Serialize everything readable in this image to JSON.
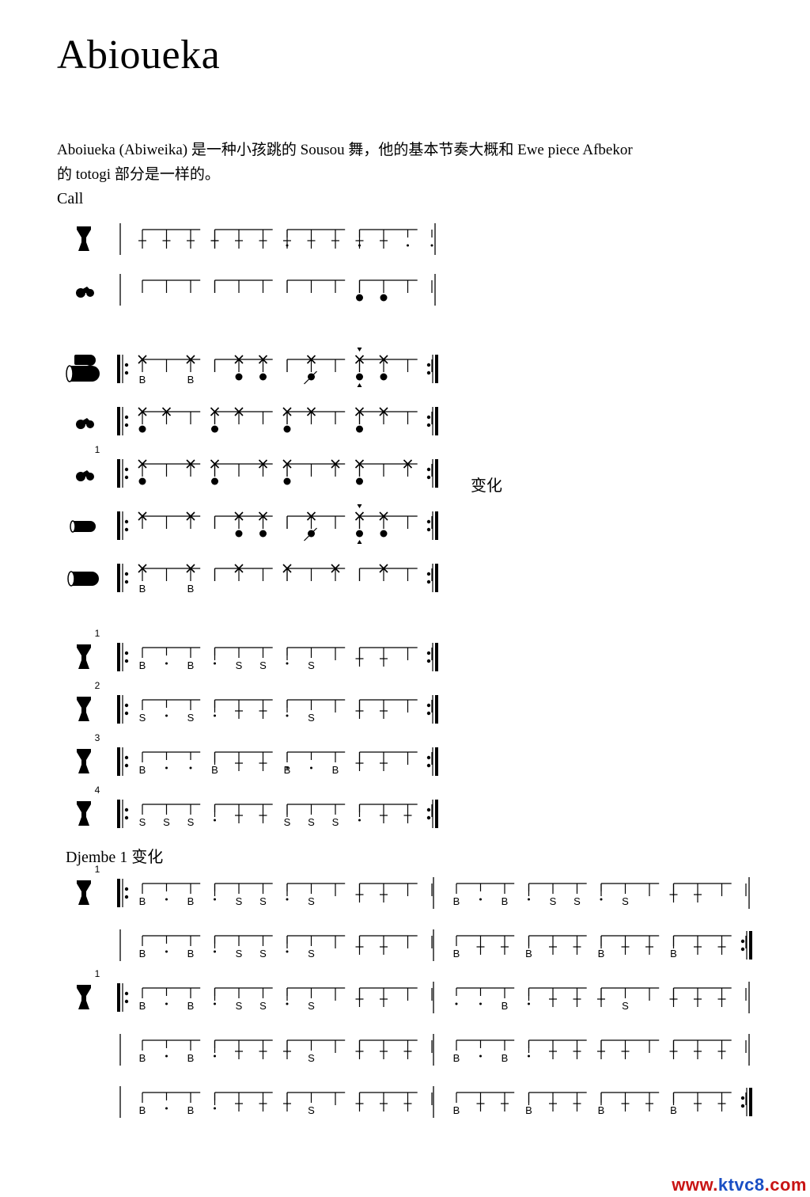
{
  "title": "Abioueka",
  "intro": {
    "line1": "Aboiueka (Abiweika)  是一种小孩跳的 Sousou  舞，他的基本节奏大概和 Ewe piece Afbekor",
    "line2": "的 totogi 部分是一样的。"
  },
  "labels": {
    "call": "Call",
    "variation": "变化",
    "djembe1_variation": "Djembe 1  变化"
  },
  "watermark": {
    "prefix": "www.",
    "brand": "ktvc8",
    "suffix": ".com"
  },
  "icons": {
    "djembe": "djembe-icon",
    "bell": "bell-icon",
    "dundun_small": "kenkeni-icon",
    "dundun_medium": "sangban-icon",
    "dundun_large": "dununba-icon",
    "dundun_stack": "dundun-set-icon"
  },
  "staves": [
    {
      "id": "call-djembe",
      "instrument": "djembe",
      "start": "bar",
      "end": "bar",
      "measures": [
        [
          "T",
          "T",
          "T",
          "T"
        ],
        [
          "T",
          "T",
          "T",
          "."
        ],
        [
          "T",
          "T",
          "T",
          "."
        ],
        [
          "T",
          "T",
          ".",
          "."
        ]
      ]
    },
    {
      "id": "call-bell",
      "instrument": "bell",
      "start": "bar",
      "end": "bar",
      "measures": [
        [
          "",
          "",
          "",
          ""
        ],
        [
          "",
          "",
          "",
          ""
        ],
        [
          "",
          "",
          "",
          ""
        ],
        [
          "open",
          "open",
          "",
          ""
        ]
      ]
    },
    {
      "id": "dundun-set",
      "instrument": "dundun_stack",
      "start": "repeat",
      "end": "repeat",
      "measures": [
        [
          "xB",
          "",
          "xB",
          ""
        ],
        [
          "",
          "xo",
          "xo",
          ""
        ],
        [
          "",
          "xm",
          "",
          ""
        ],
        [
          "xo^",
          "xo",
          "",
          ""
        ]
      ]
    },
    {
      "id": "bell-1",
      "instrument": "bell",
      "start": "repeat",
      "end": "repeat",
      "measures": [
        [
          "xo",
          "x",
          "",
          ""
        ],
        [
          "xo",
          "x",
          "",
          ""
        ],
        [
          "xo",
          "x",
          "",
          ""
        ],
        [
          "xo",
          "x",
          "",
          ""
        ]
      ]
    },
    {
      "id": "bell-1-variation",
      "instrument": "bell",
      "number": "1",
      "start": "repeat",
      "end": "repeat",
      "measures": [
        [
          "xo",
          "",
          "x",
          ""
        ],
        [
          "xo",
          "",
          "x",
          ""
        ],
        [
          "xo",
          "",
          "x",
          ""
        ],
        [
          "xo",
          "",
          "x",
          ""
        ]
      ]
    },
    {
      "id": "sangban",
      "instrument": "dundun_medium",
      "start": "repeat",
      "end": "repeat",
      "measures": [
        [
          "x",
          "",
          "x",
          ""
        ],
        [
          "",
          "xo",
          "xo",
          ""
        ],
        [
          "",
          "xm",
          "",
          ""
        ],
        [
          "xo^",
          "xo",
          "",
          ""
        ]
      ]
    },
    {
      "id": "dununba",
      "instrument": "dundun_large",
      "start": "repeat",
      "end": "repeat",
      "measures": [
        [
          "xB",
          "",
          "xB",
          ""
        ],
        [
          "",
          "x",
          "",
          ""
        ],
        [
          "x",
          "",
          "x",
          ""
        ],
        [
          "",
          "x",
          "",
          ""
        ]
      ]
    },
    {
      "id": "djembe-1",
      "instrument": "djembe",
      "number": "1",
      "start": "repeat",
      "end": "repeat",
      "measures": [
        [
          "B",
          ".",
          "B",
          "."
        ],
        [
          "",
          "S",
          "S",
          "."
        ],
        [
          "",
          "S",
          "",
          ""
        ],
        [
          "T",
          "T",
          "",
          ""
        ]
      ]
    },
    {
      "id": "djembe-2",
      "instrument": "djembe",
      "number": "2",
      "start": "repeat",
      "end": "repeat",
      "measures": [
        [
          "S",
          ".",
          "S",
          "."
        ],
        [
          "",
          "T",
          "T",
          "."
        ],
        [
          "",
          "S",
          "",
          ""
        ],
        [
          "T",
          "T",
          "",
          ""
        ]
      ]
    },
    {
      "id": "djembe-3",
      "instrument": "djembe",
      "number": "3",
      "start": "repeat",
      "end": "repeat",
      "measures": [
        [
          "B",
          ".",
          ".",
          "B"
        ],
        [
          "",
          "T",
          "T",
          "B"
        ],
        [
          ".",
          ".",
          "B",
          ""
        ],
        [
          "T",
          "T",
          "",
          ""
        ]
      ]
    },
    {
      "id": "djembe-4",
      "instrument": "djembe",
      "number": "4",
      "start": "repeat",
      "end": "repeat",
      "measures": [
        [
          "S",
          "S",
          "S",
          "."
        ],
        [
          "",
          "T",
          "T",
          "S"
        ],
        [
          "",
          "S",
          "S",
          "."
        ],
        [
          "",
          "T",
          "T",
          ""
        ]
      ]
    },
    {
      "id": "djembe1-var-1",
      "instrument": "djembe",
      "number": "1",
      "start": "repeat",
      "end": "bar",
      "measures": [
        [
          "B",
          ".",
          "B",
          "."
        ],
        [
          "",
          "S",
          "S",
          "."
        ],
        [
          "",
          "S",
          "",
          ""
        ],
        [
          "T",
          "T",
          "",
          ""
        ],
        [
          "B",
          ".",
          "B",
          "."
        ],
        [
          "",
          "S",
          "S",
          "."
        ],
        [
          "",
          "S",
          "",
          ""
        ],
        [
          "T",
          "T",
          "",
          ""
        ]
      ]
    },
    {
      "id": "djembe1-var-2",
      "instrument": "",
      "start": "bar",
      "end": "repeat",
      "measures": [
        [
          "B",
          ".",
          "B",
          "."
        ],
        [
          "",
          "S",
          "S",
          "."
        ],
        [
          "",
          "S",
          "",
          ""
        ],
        [
          "T",
          "T",
          "",
          ""
        ],
        [
          "B",
          "T",
          "T",
          "B"
        ],
        [
          "",
          "T",
          "T",
          "B"
        ],
        [
          "",
          "T",
          "T",
          "B"
        ],
        [
          "",
          "T",
          "T",
          ""
        ]
      ]
    },
    {
      "id": "djembe1-var-3",
      "instrument": "djembe",
      "number": "1",
      "start": "repeat",
      "end": "bar",
      "measures": [
        [
          "B",
          ".",
          "B",
          "."
        ],
        [
          "",
          "S",
          "S",
          "."
        ],
        [
          "",
          "S",
          "",
          ""
        ],
        [
          "T",
          "T",
          "",
          ""
        ],
        [
          ".",
          ".",
          "B",
          "."
        ],
        [
          "",
          "T",
          "T",
          "T"
        ],
        [
          "",
          "S",
          "",
          ""
        ],
        [
          "T",
          "T",
          "T",
          ""
        ]
      ]
    },
    {
      "id": "djembe1-var-4",
      "instrument": "",
      "start": "bar",
      "end": "bar",
      "measures": [
        [
          "B",
          ".",
          "B",
          "."
        ],
        [
          "",
          "T",
          "T",
          "T"
        ],
        [
          "",
          "S",
          "",
          ""
        ],
        [
          "T",
          "T",
          "T",
          ""
        ],
        [
          "B",
          ".",
          "B",
          "."
        ],
        [
          "",
          "T",
          "T",
          "T"
        ],
        [
          "",
          "T",
          "",
          ""
        ],
        [
          "T",
          "T",
          "T",
          ""
        ]
      ]
    },
    {
      "id": "djembe1-var-5",
      "instrument": "",
      "start": "bar",
      "end": "repeat",
      "measures": [
        [
          "B",
          ".",
          "B",
          "."
        ],
        [
          "",
          "T",
          "T",
          "T"
        ],
        [
          "",
          "S",
          "",
          ""
        ],
        [
          "T",
          "T",
          "T",
          ""
        ],
        [
          "B",
          "T",
          "T",
          "B"
        ],
        [
          "",
          "T",
          "T",
          "B"
        ],
        [
          "",
          "T",
          "T",
          "B"
        ],
        [
          "",
          "T",
          "T",
          ""
        ]
      ]
    }
  ]
}
